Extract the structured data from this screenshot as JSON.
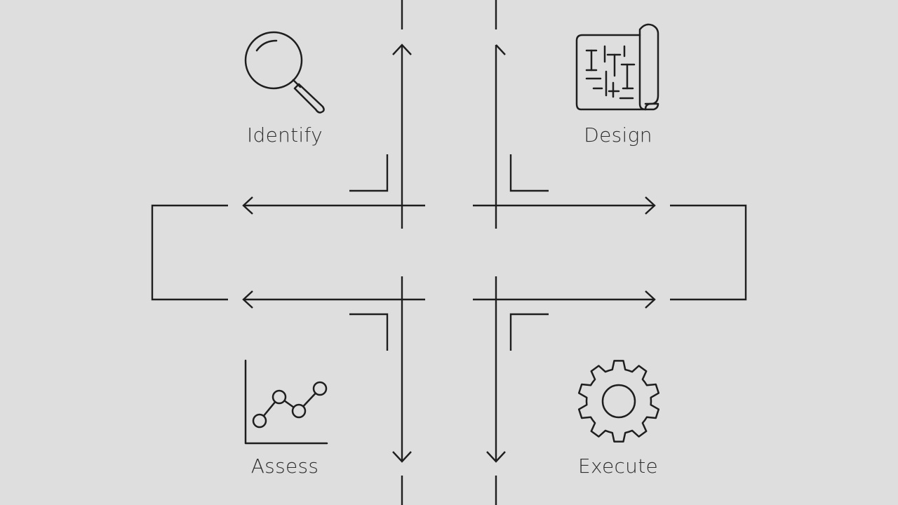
{
  "stages": {
    "identify": {
      "label": "Identify",
      "icon": "magnifying-glass-icon"
    },
    "design": {
      "label": "Design",
      "icon": "blueprint-icon"
    },
    "assess": {
      "label": "Assess",
      "icon": "line-chart-icon"
    },
    "execute": {
      "label": "Execute",
      "icon": "gear-icon"
    }
  },
  "colors": {
    "background": "#dedede",
    "stroke": "#1e1e1e",
    "text": "#2e2e2e"
  }
}
